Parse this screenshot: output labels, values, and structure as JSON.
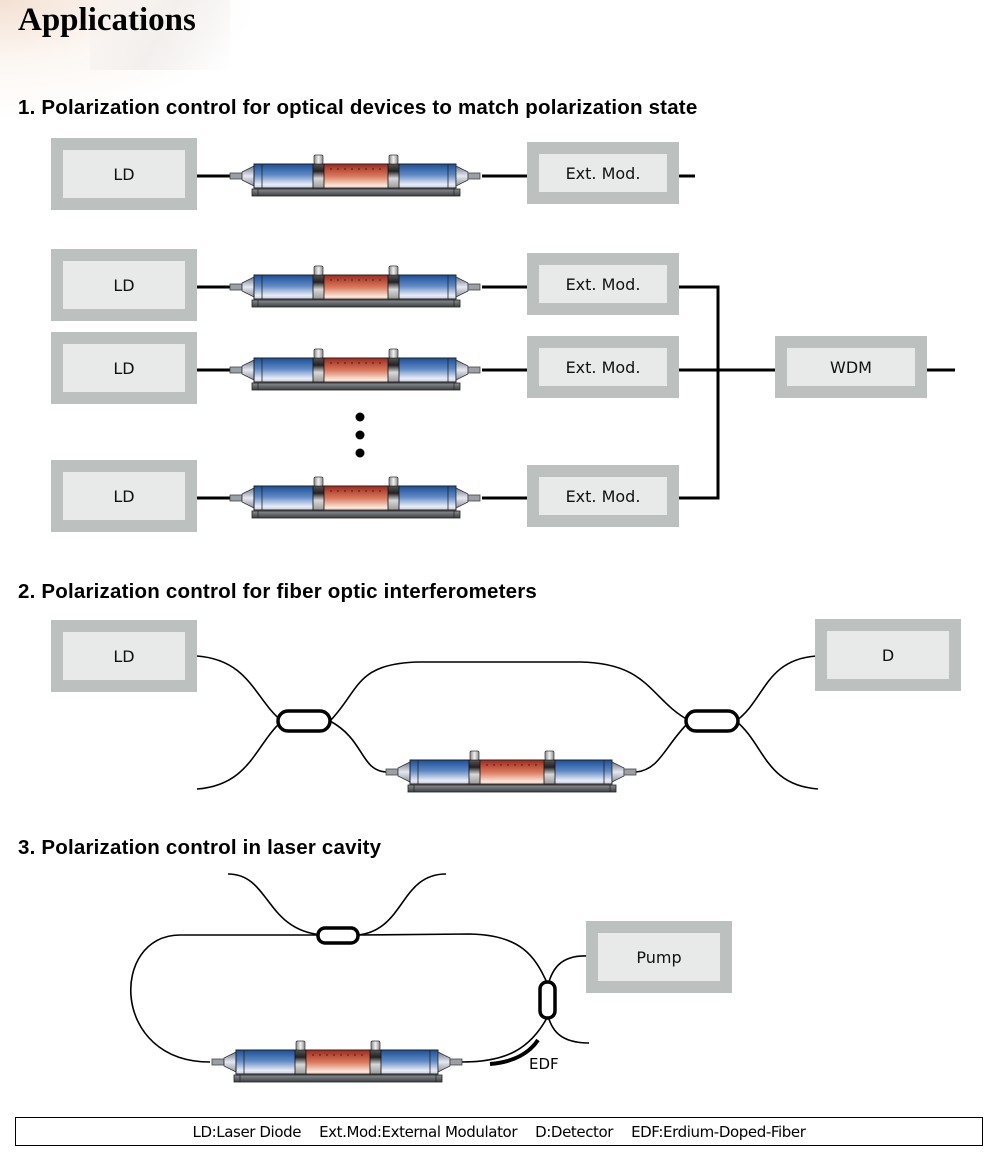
{
  "page": {
    "title": "Applications"
  },
  "sections": [
    {
      "title": "1. Polarization control for optical devices to match polarization state"
    },
    {
      "title": "2. Polarization control for fiber optic interferometers"
    },
    {
      "title": "3. Polarization control in laser cavity"
    }
  ],
  "section1": {
    "single_chain": {
      "source": "LD",
      "modulator": "Ext. Mod."
    },
    "multi_chain": [
      {
        "source": "LD",
        "modulator": "Ext. Mod."
      },
      {
        "source": "LD",
        "modulator": "Ext. Mod."
      },
      {
        "source": "LD",
        "modulator": "Ext. Mod."
      }
    ],
    "ellipsis": "⋮",
    "combiner": "WDM"
  },
  "section2": {
    "source": "LD",
    "detector": "D"
  },
  "section3": {
    "pump": "Pump",
    "fiber_label": "EDF"
  },
  "legend": {
    "items": [
      "LD:Laser Diode",
      "Ext.Mod:External Modulator",
      "D:Detector",
      "EDF:Erdium-Doped-Fiber"
    ]
  },
  "colors": {
    "box_frame": "#bcc0bf",
    "box_fill": "#e8eaea",
    "controller_blue": "#1f5fa8",
    "controller_red": "#c0503a",
    "fiber": "#000000"
  }
}
